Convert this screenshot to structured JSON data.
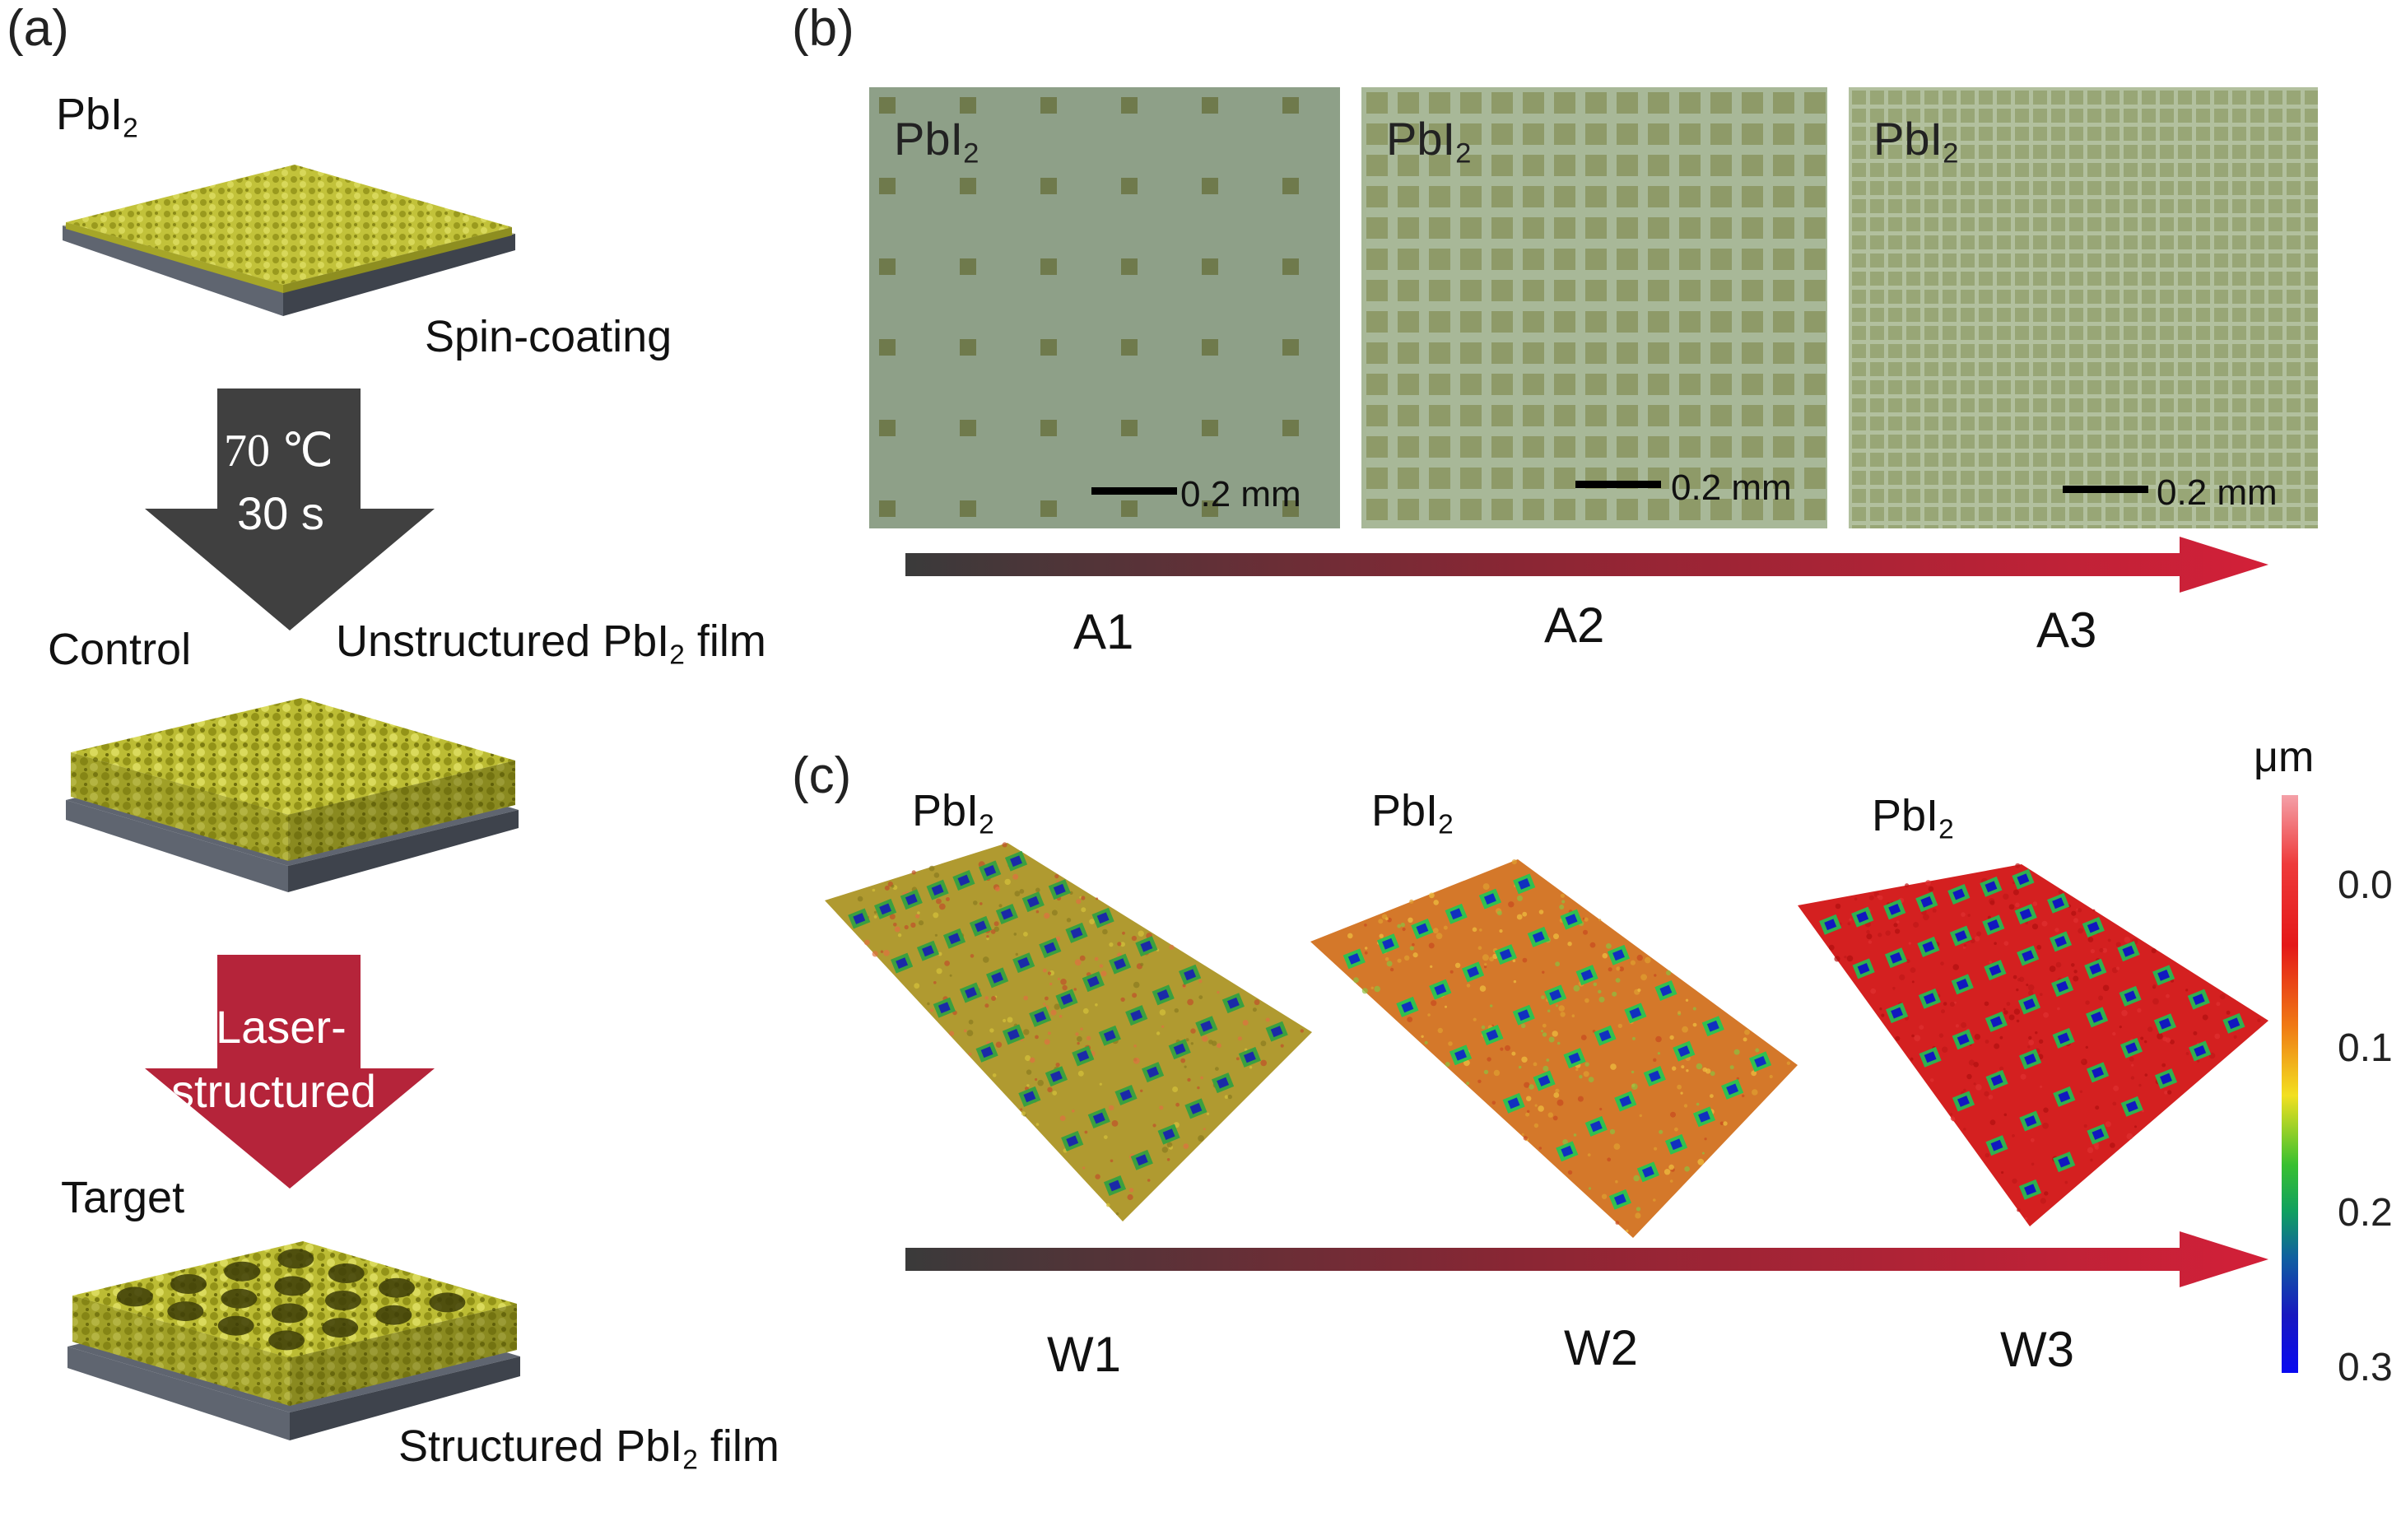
{
  "panels": {
    "a": {
      "letter": "(a)",
      "top_label": "PbI",
      "top_sub": "2",
      "spin_coating": "Spin-coating",
      "anneal_line1": "70 ℃",
      "anneal_line2": "30 s",
      "control": "Control",
      "unstructured_pre": "Unstructured PbI",
      "unstructured_sub": "2",
      "unstructured_post": " film",
      "laser_line1": "Laser-",
      "laser_line2": "structured",
      "target": "Target",
      "structured_pre": "Structured PbI",
      "structured_sub": "2",
      "structured_post": " film"
    },
    "b": {
      "letter": "(b)",
      "photos": [
        {
          "title": "PbI",
          "sub": "2",
          "scale": "0.2 mm",
          "label": "A1"
        },
        {
          "title": "PbI",
          "sub": "2",
          "scale": "0.2 mm",
          "label": "A2"
        },
        {
          "title": "PbI",
          "sub": "2",
          "scale": "0.2 mm",
          "label": "A3"
        }
      ]
    },
    "c": {
      "letter": "(c)",
      "maps": [
        {
          "title": "PbI",
          "sub": "2",
          "label": "W1"
        },
        {
          "title": "PbI",
          "sub": "2",
          "label": "W2"
        },
        {
          "title": "PbI",
          "sub": "2",
          "label": "W3"
        }
      ],
      "colorbar": {
        "unit": "μm",
        "ticks": [
          "0.0",
          "0.1",
          "0.2",
          "0.3"
        ]
      }
    }
  },
  "colors": {
    "film_yellow": "#b8b832",
    "substrate": "#5a5f68",
    "arrow_dark": "#404040",
    "arrow_red": "#b5243a",
    "gradient_start": "#3a3a3a",
    "gradient_end": "#d32038"
  }
}
